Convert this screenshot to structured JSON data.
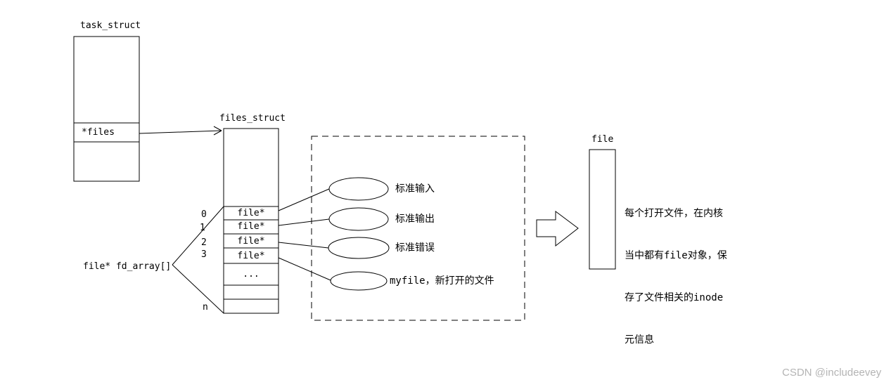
{
  "palette": {
    "line": "#000000",
    "background": "#ffffff",
    "watermark_color": "#b4b4b4"
  },
  "task_struct": {
    "title": "task_struct",
    "pointer_field": "*files"
  },
  "files_struct": {
    "title": "files_struct",
    "rows": [
      "file*",
      "file*",
      "file*",
      "file*",
      "...",
      "",
      ""
    ],
    "index_labels": [
      "0",
      "1",
      "2",
      "3",
      "n"
    ]
  },
  "fd_array": {
    "label": "file* fd_array[]"
  },
  "fd_targets": [
    {
      "label": "标准输入"
    },
    {
      "label": "标准输出"
    },
    {
      "label": "标准错误"
    },
    {
      "label": "myfile，新打开的文件"
    }
  ],
  "file_object": {
    "title": "file"
  },
  "note": {
    "lines": [
      "每个打开文件，在内核",
      "当中都有file对象，保",
      "存了文件相关的inode",
      "元信息"
    ]
  },
  "watermark": "CSDN @includeevey"
}
